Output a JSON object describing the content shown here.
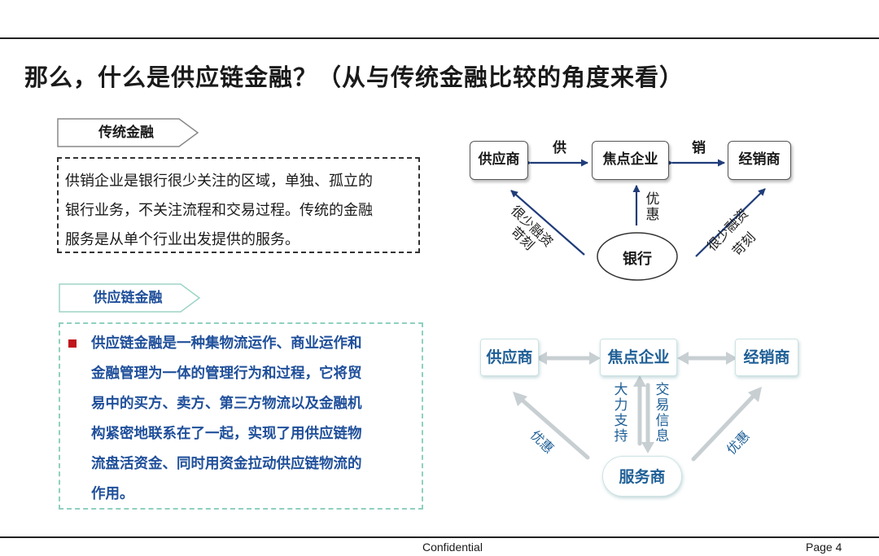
{
  "title": "那么，什么是供应链金融？（从与传统金融比较的角度来看）",
  "traditional": {
    "tag": "传统金融",
    "lines": [
      "供销企业是银行很少关注的区域，单独、孤立的",
      "银行业务，不关注流程和交易过程。传统的金融",
      "服务是从单个行业出发提供的服务。"
    ]
  },
  "supply_chain": {
    "tag": "供应链金融",
    "lines": [
      "供应链金融是一种集物流运作、商业运作和",
      "金融管理为一体的管理行为和过程，它将贸",
      "易中的买方、卖方、第三方物流以及金融机",
      "构紧密地联系在了一起，实现了用供应链物",
      "流盘活资金、同时用资金拉动供应链物流的",
      "作用。"
    ],
    "accent_color": "#1f4f9a",
    "bullet_color": "#c0161d"
  },
  "diagram1": {
    "supplier": "供应商",
    "core": "焦点企业",
    "dealer": "经销商",
    "bank": "银行",
    "supply_label": "供",
    "sales_label": "销",
    "left_a": "很少融资",
    "left_b": "苛刻",
    "mid": "优惠",
    "right_a": "很少融资",
    "right_b": "苛刻"
  },
  "diagram2": {
    "supplier": "供应商",
    "core": "焦点企业",
    "dealer": "经销商",
    "provider": "服务商",
    "support": "大力支持",
    "info": "交易信息",
    "left": "优惠",
    "right": "优惠"
  },
  "footer": {
    "confidential": "Confidential",
    "page": "Page 4"
  }
}
